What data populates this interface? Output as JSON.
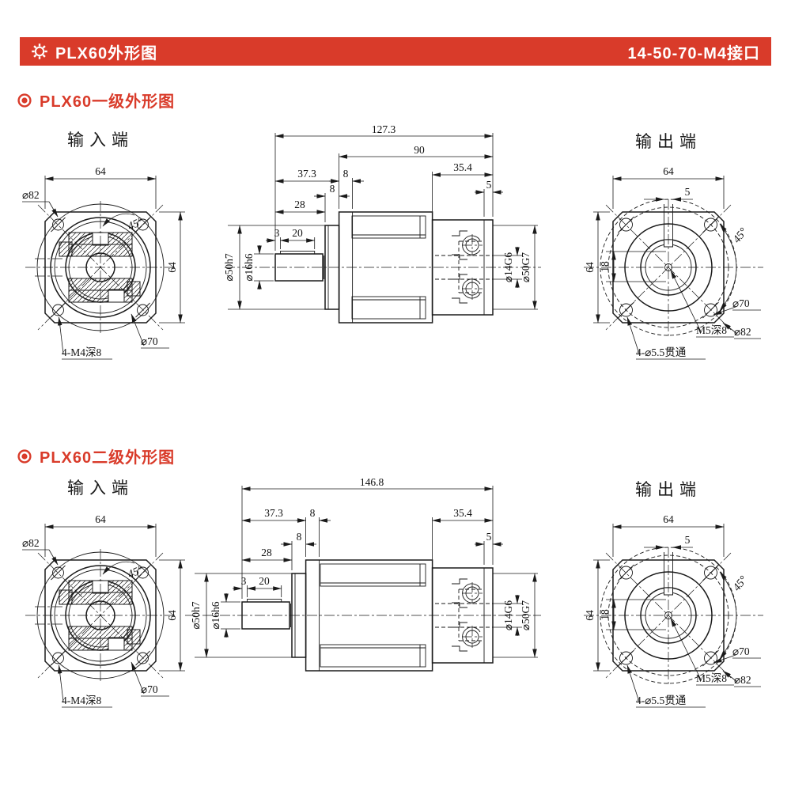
{
  "header": {
    "title": "PLX60外形图",
    "interface": "14-50-70-M4接口",
    "accent_color": "#d93b2a"
  },
  "sections": [
    {
      "heading": "PLX60一级外形图",
      "input": {
        "title": "输入端",
        "width": "64",
        "height": "64",
        "angle": "45°",
        "outer_dia": "⌀82",
        "screw_note": "4-M4深8",
        "pitch_dia": "⌀70"
      },
      "side": {
        "total": "127.3",
        "body": "90",
        "input_len": "37.3",
        "output_len": "35.4",
        "plate_a": "8",
        "plate_b": "8",
        "shaft_len": "28",
        "key_start": "3",
        "key_len": "20",
        "lip": "5",
        "pilot_dia": "⌀50h7",
        "shaft_dia": "⌀16h6",
        "bore_dia": "⌀14G6",
        "recess_dia": "⌀50G7"
      },
      "output": {
        "title": "输出端",
        "width": "64",
        "height": "64",
        "key_w": "5",
        "angle": "45°",
        "hub": "18",
        "pitch_dia": "⌀70",
        "outer_dia": "⌀82",
        "tap_note": "M5深8",
        "screw_note": "4-⌀5.5贯通"
      }
    },
    {
      "heading": "PLX60二级外形图",
      "input": {
        "title": "输入端",
        "width": "64",
        "height": "64",
        "angle": "45°",
        "outer_dia": "⌀82",
        "screw_note": "4-M4深8",
        "pitch_dia": "⌀70"
      },
      "side": {
        "total": "146.8",
        "input_len": "37.3",
        "output_len": "35.4",
        "plate_a": "8",
        "plate_b": "8",
        "shaft_len": "28",
        "key_start": "3",
        "key_len": "20",
        "lip": "5",
        "pilot_dia": "⌀50h7",
        "shaft_dia": "⌀16h6",
        "bore_dia": "⌀14G6",
        "recess_dia": "⌀50G7"
      },
      "output": {
        "title": "输出端",
        "width": "64",
        "height": "64",
        "key_w": "5",
        "angle": "45°",
        "hub": "18",
        "pitch_dia": "⌀70",
        "outer_dia": "⌀82",
        "tap_note": "M5深8",
        "screw_note": "4-⌀5.5贯通"
      }
    }
  ]
}
